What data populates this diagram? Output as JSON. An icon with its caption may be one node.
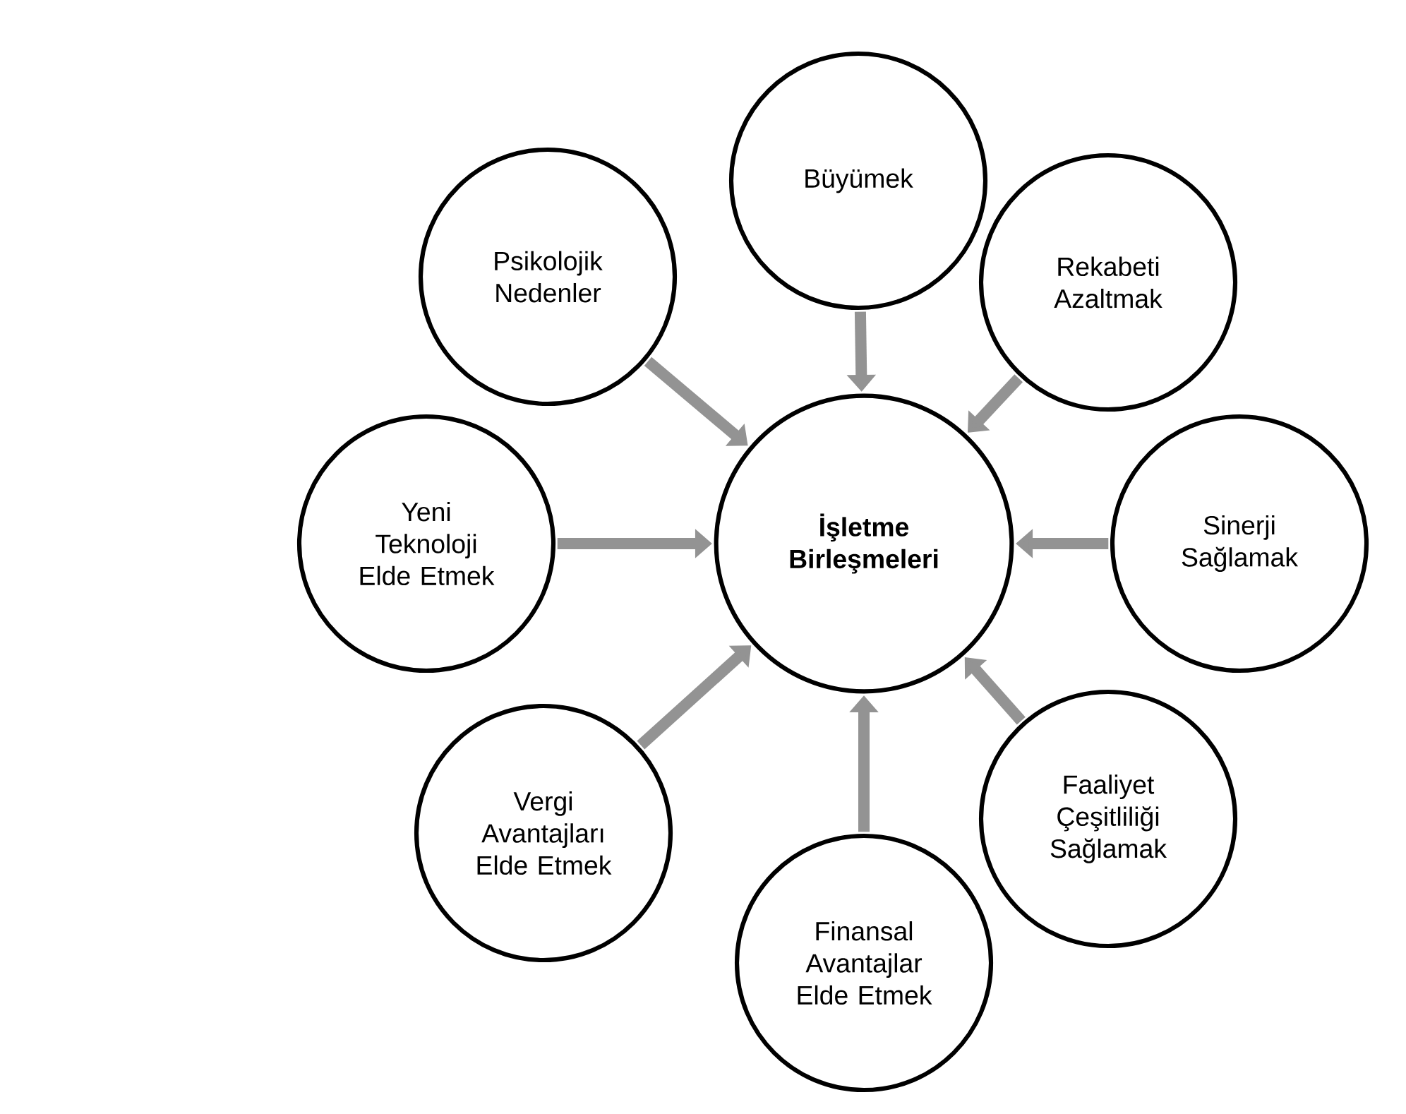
{
  "diagram": {
    "nodes": [
      {
        "text": [
          "İşletme Birleşmeleri"
        ]
      },
      {
        "text": [
          "Büyümek"
        ]
      },
      {
        "text": [
          "Rekabeti Azaltmak"
        ]
      },
      {
        "text": [
          "Sinerji Sağlamak"
        ]
      },
      {
        "text": [
          "Faaliyet Çeşitliliği Sağlamak"
        ]
      },
      {
        "text": [
          "Finansal Avantajlar Elde Etmek"
        ]
      },
      {
        "text": [
          "Vergi Avantajları Elde Etmek"
        ]
      },
      {
        "text": [
          "Yeni Teknoloji Elde Etmek"
        ]
      },
      {
        "text": [
          "Psikolojik Nedenler"
        ]
      }
    ],
    "edges": [
      {
        "from": 1,
        "to": 0,
        "arrow": "to"
      },
      {
        "from": 2,
        "to": 0,
        "arrow": "to"
      },
      {
        "from": 3,
        "to": 0,
        "arrow": "to"
      },
      {
        "from": 4,
        "to": 0,
        "arrow": "to"
      },
      {
        "from": 5,
        "to": 0,
        "arrow": "to"
      },
      {
        "from": 6,
        "to": 0,
        "arrow": "to"
      },
      {
        "from": 7,
        "to": 0,
        "arrow": "to"
      },
      {
        "from": 8,
        "to": 0,
        "arrow": "to"
      }
    ]
  }
}
